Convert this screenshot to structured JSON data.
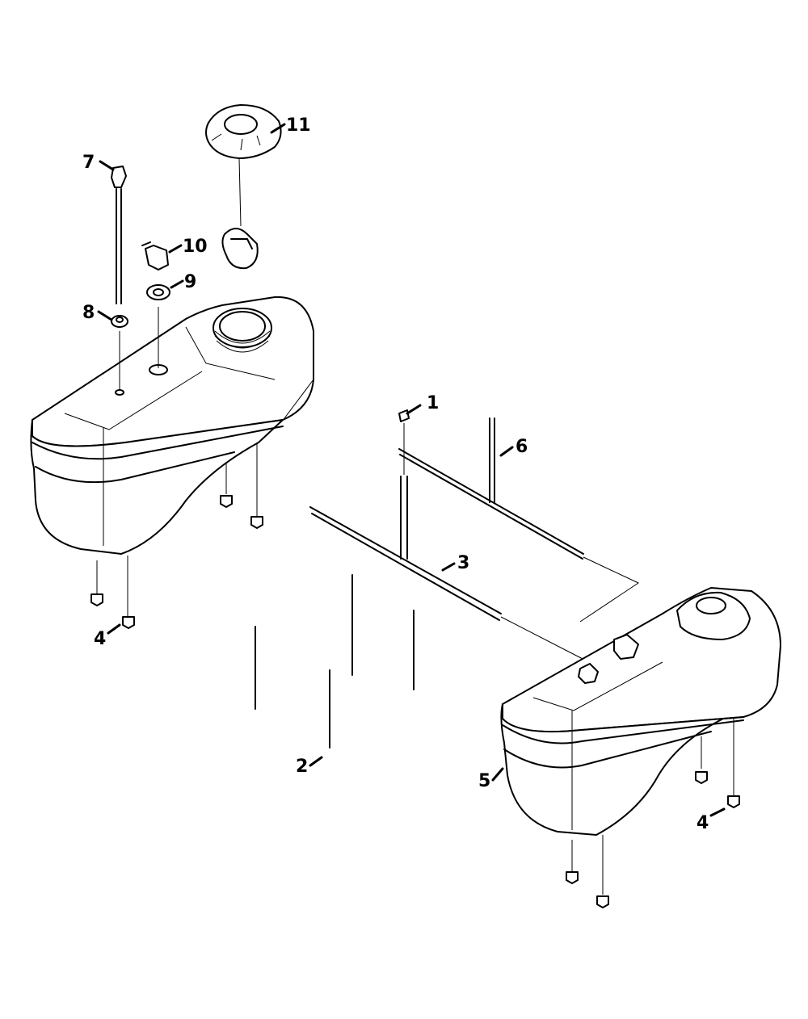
{
  "callouts": [
    {
      "id": "c1",
      "text": "1"
    },
    {
      "id": "c2",
      "text": "2"
    },
    {
      "id": "c3",
      "text": "3"
    },
    {
      "id": "c4a",
      "text": "4"
    },
    {
      "id": "c4b",
      "text": "4"
    },
    {
      "id": "c5",
      "text": "5"
    },
    {
      "id": "c6",
      "text": "6"
    },
    {
      "id": "c7",
      "text": "7"
    },
    {
      "id": "c8",
      "text": "8"
    },
    {
      "id": "c9",
      "text": "9"
    },
    {
      "id": "c10",
      "text": "10"
    },
    {
      "id": "c11",
      "text": "11"
    }
  ]
}
